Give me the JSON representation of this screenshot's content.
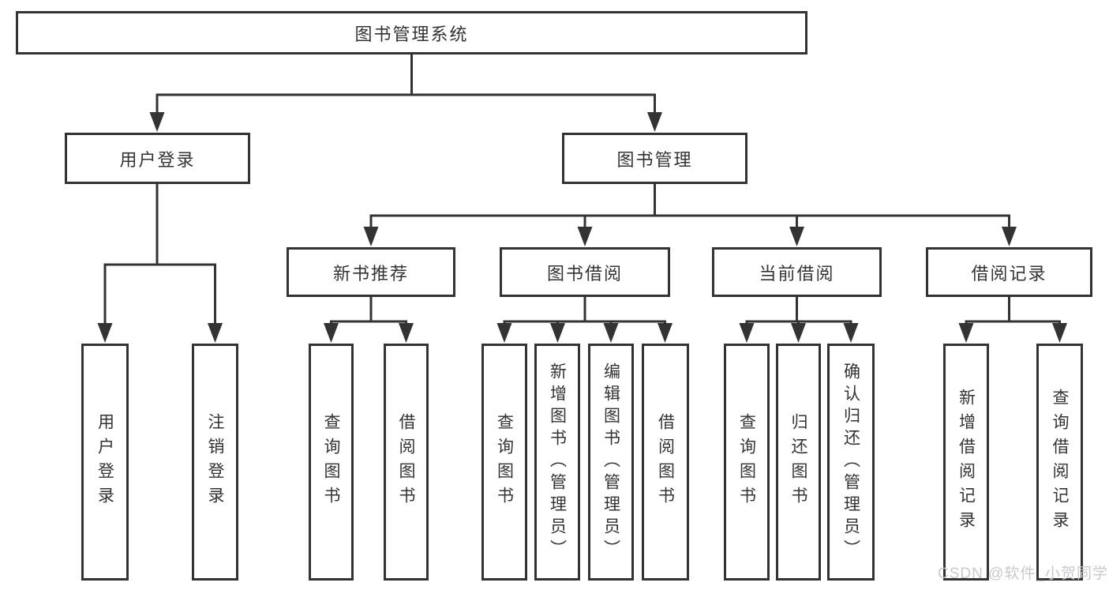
{
  "diagram_title": "图书管理系统",
  "colors": {
    "line": "#333333",
    "box_border": "#333333",
    "box_background": "#ffffff",
    "text": "#333333",
    "watermark_text": "#c8c9cf"
  },
  "nodes": {
    "root": {
      "label": "图书管理系统"
    },
    "user_login": {
      "label": "用户登录"
    },
    "book_management": {
      "label": "图书管理"
    },
    "new_book_recommend": {
      "label": "新书推荐"
    },
    "book_borrow": {
      "label": "图书借阅"
    },
    "current_borrow": {
      "label": "当前借阅"
    },
    "borrow_records": {
      "label": "借阅记录"
    },
    "leaf_user_login": {
      "label": "用户登录"
    },
    "leaf_logout_login": {
      "label": "注销登录"
    },
    "leaf_recommend_search_book": {
      "label": "查询图书"
    },
    "leaf_recommend_borrow_book": {
      "label": "借阅图书"
    },
    "leaf_borrow_search_book": {
      "label": "查询图书"
    },
    "leaf_borrow_add_book": {
      "label": "新增图书（管理员）"
    },
    "leaf_borrow_edit_book": {
      "label": "编辑图书（管理员）"
    },
    "leaf_borrow_borrow_book": {
      "label": "借阅图书"
    },
    "leaf_current_search_book": {
      "label": "查询图书"
    },
    "leaf_current_return_book": {
      "label": "归还图书"
    },
    "leaf_current_confirm_return": {
      "label": "确认归还（管理员）"
    },
    "leaf_records_add_record": {
      "label": "新增借阅记录"
    },
    "leaf_records_search_record": {
      "label": "查询借阅记录"
    }
  },
  "watermark": {
    "text": "CSDN @软件_小贺同学"
  }
}
